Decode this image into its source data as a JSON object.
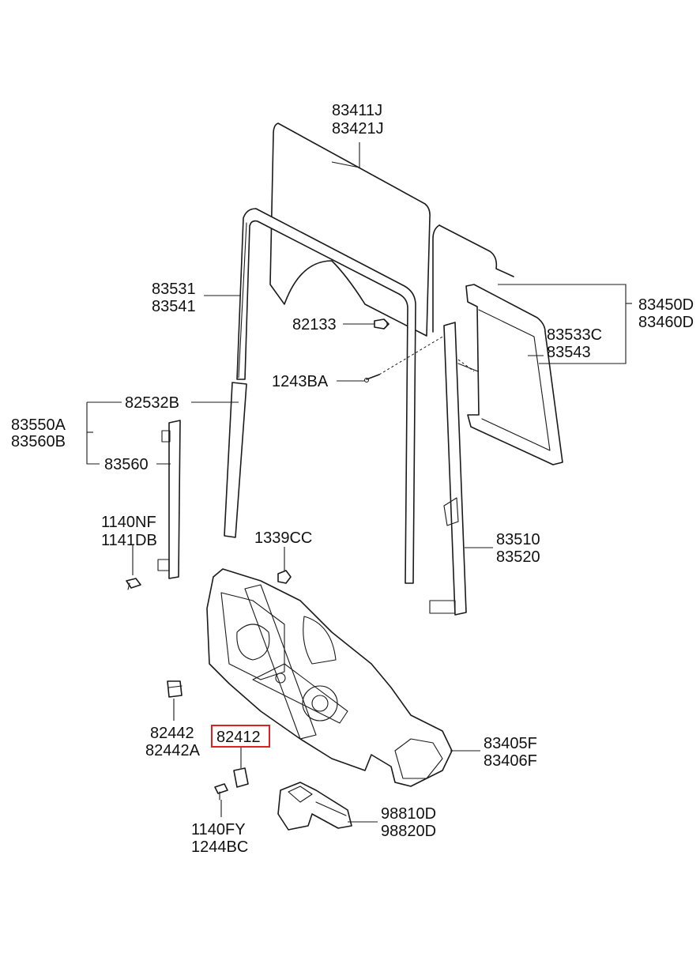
{
  "colors": {
    "line": "#1a1a1a",
    "highlight": "#e02020",
    "text": "#111111"
  },
  "labels": {
    "p83411": [
      "83411J",
      "83421J"
    ],
    "p83531": [
      "83531",
      "83541"
    ],
    "p82133": [
      "82133"
    ],
    "p1243": [
      "1243BA"
    ],
    "p83450": [
      "83450D",
      "83460D"
    ],
    "p83533": [
      "83533C",
      "83543"
    ],
    "p82532": [
      "82532B"
    ],
    "p83550": [
      "83550A",
      "83560B"
    ],
    "p83560": [
      "83560"
    ],
    "p1140nf": [
      "1140NF",
      "1141DB"
    ],
    "p1339": [
      "1339CC"
    ],
    "p83510": [
      "83510",
      "83520"
    ],
    "p82442": [
      "82442",
      "82442A"
    ],
    "p82412": [
      "82412"
    ],
    "p83405": [
      "83405F",
      "83406F"
    ],
    "p1140fy": [
      "1140FY",
      "1244BC"
    ],
    "p98810": [
      "98810D",
      "98820D"
    ]
  },
  "highlighted_part": "82412"
}
